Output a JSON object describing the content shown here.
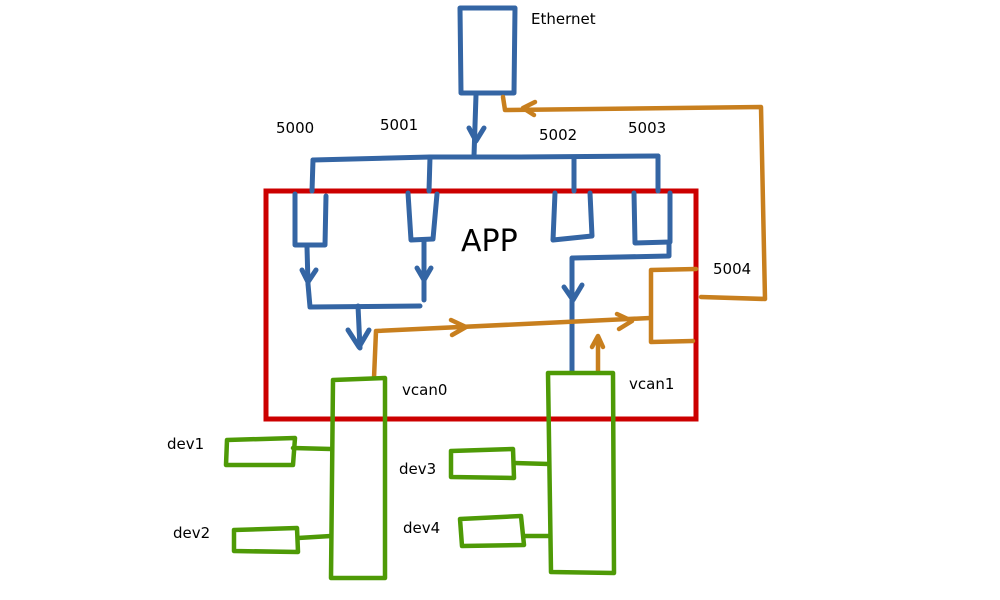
{
  "labels": {
    "ethernet": "Ethernet",
    "app": "APP",
    "port_5000": "5000",
    "port_5001": "5001",
    "port_5002": "5002",
    "port_5003": "5003",
    "port_5004": "5004",
    "vcan0": "vcan0",
    "vcan1": "vcan1",
    "dev1": "dev1",
    "dev2": "dev2",
    "dev3": "dev3",
    "dev4": "dev4"
  },
  "colors": {
    "blue": "#3465a4",
    "orange": "#c87f1e",
    "green": "#4e9a06",
    "red": "#cc0000"
  }
}
